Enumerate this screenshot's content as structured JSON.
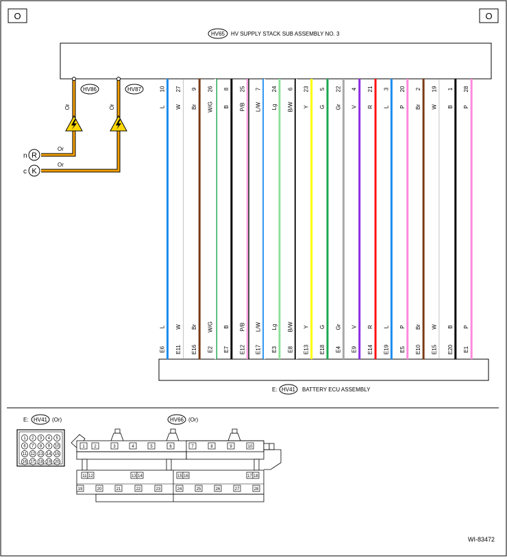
{
  "corner_marks": {
    "left": "O",
    "right": "O"
  },
  "top_assembly": {
    "ref": "HV65",
    "title": "HV SUPPLY STACK SUB ASSEMBLY NO. 3"
  },
  "bottom_assembly": {
    "prefix": "E:",
    "ref": "HV41",
    "title": "BATTERY ECU ASSEMBLY"
  },
  "hv_connectors": [
    {
      "ref": "HV86",
      "color_code": "Or",
      "end_letter": "n",
      "end_symbol": "R",
      "end_color": "Or"
    },
    {
      "ref": "HV87",
      "color_code": "Or",
      "end_letter": "c",
      "end_symbol": "K",
      "end_color": "Or"
    }
  ],
  "colors": {
    "L": "#1a8cf0",
    "W": "#ffffff",
    "Br": "#7a3a12",
    "W/G": "#2eaa4a",
    "B": "#000000",
    "P/B": "#ff7ad8",
    "L/W": "#1a8cf0",
    "Lg": "#8ee09a",
    "B/W": "#000000",
    "Y": "#ffff00",
    "G": "#19a84e",
    "Gr": "#a8a8a8",
    "V": "#8a2be2",
    "R": "#ff1010",
    "P": "#ff88dd",
    "Or": "#f5a000"
  },
  "wires": [
    {
      "top_pin": "10",
      "color": "L",
      "bottom_pin": "E6"
    },
    {
      "top_pin": "27",
      "color": "W",
      "bottom_pin": "E11"
    },
    {
      "top_pin": "9",
      "color": "Br",
      "bottom_pin": "E16"
    },
    {
      "top_pin": "26",
      "color": "W/G",
      "bottom_pin": "E2"
    },
    {
      "top_pin": "8",
      "color": "B",
      "bottom_pin": "E7"
    },
    {
      "top_pin": "25",
      "color": "P/B",
      "bottom_pin": "E12"
    },
    {
      "top_pin": "7",
      "color": "L/W",
      "bottom_pin": "E17"
    },
    {
      "top_pin": "24",
      "color": "Lg",
      "bottom_pin": "E3"
    },
    {
      "top_pin": "6",
      "color": "B/W",
      "bottom_pin": "E8"
    },
    {
      "top_pin": "23",
      "color": "Y",
      "bottom_pin": "E13"
    },
    {
      "top_pin": "5",
      "color": "G",
      "bottom_pin": "E18"
    },
    {
      "top_pin": "22",
      "color": "Gr",
      "bottom_pin": "E4"
    },
    {
      "top_pin": "4",
      "color": "V",
      "bottom_pin": "E9"
    },
    {
      "top_pin": "21",
      "color": "R",
      "bottom_pin": "E14"
    },
    {
      "top_pin": "3",
      "color": "L",
      "bottom_pin": "E19"
    },
    {
      "top_pin": "20",
      "color": "P",
      "bottom_pin": "E5"
    },
    {
      "top_pin": "2",
      "color": "Br",
      "bottom_pin": "E10"
    },
    {
      "top_pin": "19",
      "color": "W",
      "bottom_pin": "E15"
    },
    {
      "top_pin": "1",
      "color": "B",
      "bottom_pin": "E20"
    },
    {
      "top_pin": "28",
      "color": "P",
      "bottom_pin": "E1"
    }
  ],
  "connector_views": {
    "left": {
      "prefix": "E:",
      "ref": "HV41",
      "color": "(Or)",
      "pins": [
        "1",
        "2",
        "3",
        "4",
        "5",
        "6",
        "7",
        "8",
        "9",
        "10",
        "11",
        "12",
        "13",
        "14",
        "15",
        "16",
        "17",
        "18",
        "19",
        "20"
      ]
    },
    "right": {
      "ref": "HV66",
      "color": "(Or)",
      "pins": [
        "1",
        "2",
        "3",
        "4",
        "5",
        "6",
        "7",
        "8",
        "9",
        "10",
        "11",
        "12",
        "13",
        "14",
        "15",
        "16",
        "17",
        "18",
        "19",
        "20",
        "21",
        "22",
        "23",
        "24",
        "25",
        "26",
        "27",
        "28"
      ]
    }
  },
  "figure_id": "WI-83472"
}
